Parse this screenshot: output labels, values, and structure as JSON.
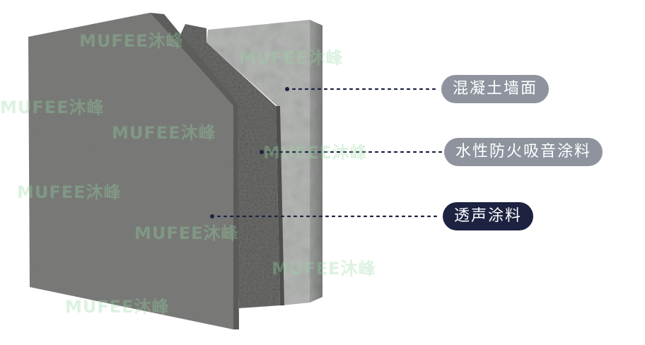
{
  "layers": [
    {
      "name": "混凝土墙面",
      "label_color": "#8e939e"
    },
    {
      "name": "水性防火吸音涂料",
      "label_color": "#8e939e"
    },
    {
      "name": "透声涂料",
      "label_color": "#1c2240"
    }
  ],
  "watermark_text": "MUFEE沐峰",
  "colors": {
    "concrete": "#b4b6b4",
    "sound_absorbing": "#6c6d6b",
    "front_panel": "#7d7e7c",
    "leader_line": "#1c2240"
  }
}
